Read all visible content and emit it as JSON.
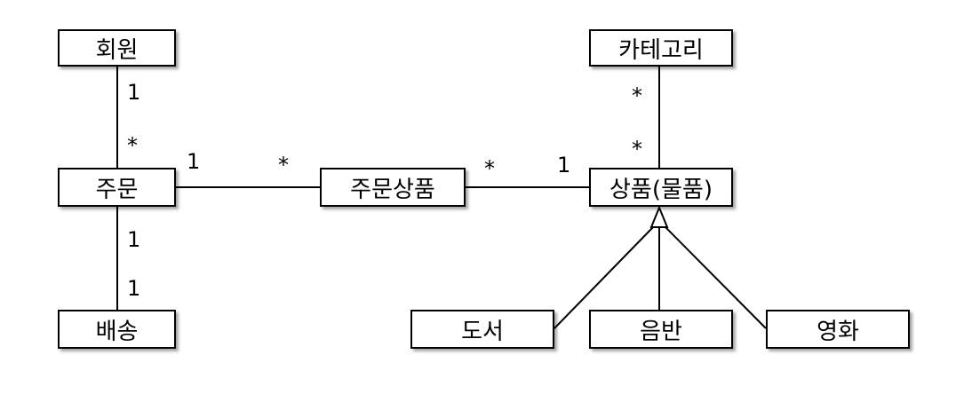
{
  "classes": {
    "member": "회원",
    "order": "주문",
    "delivery": "배송",
    "order_item": "주문상품",
    "category": "카테고리",
    "item": "상품(물품)",
    "book": "도서",
    "album": "음반",
    "movie": "영화"
  },
  "multiplicity": {
    "member_order_member": "1",
    "member_order_order": "*",
    "order_delivery_order": "1",
    "order_delivery_delivery": "1",
    "order_orderitem_order": "1",
    "order_orderitem_orderitem": "*",
    "orderitem_item_orderitem": "*",
    "orderitem_item_item": "1",
    "category_item_category": "*",
    "category_item_item": "*"
  }
}
